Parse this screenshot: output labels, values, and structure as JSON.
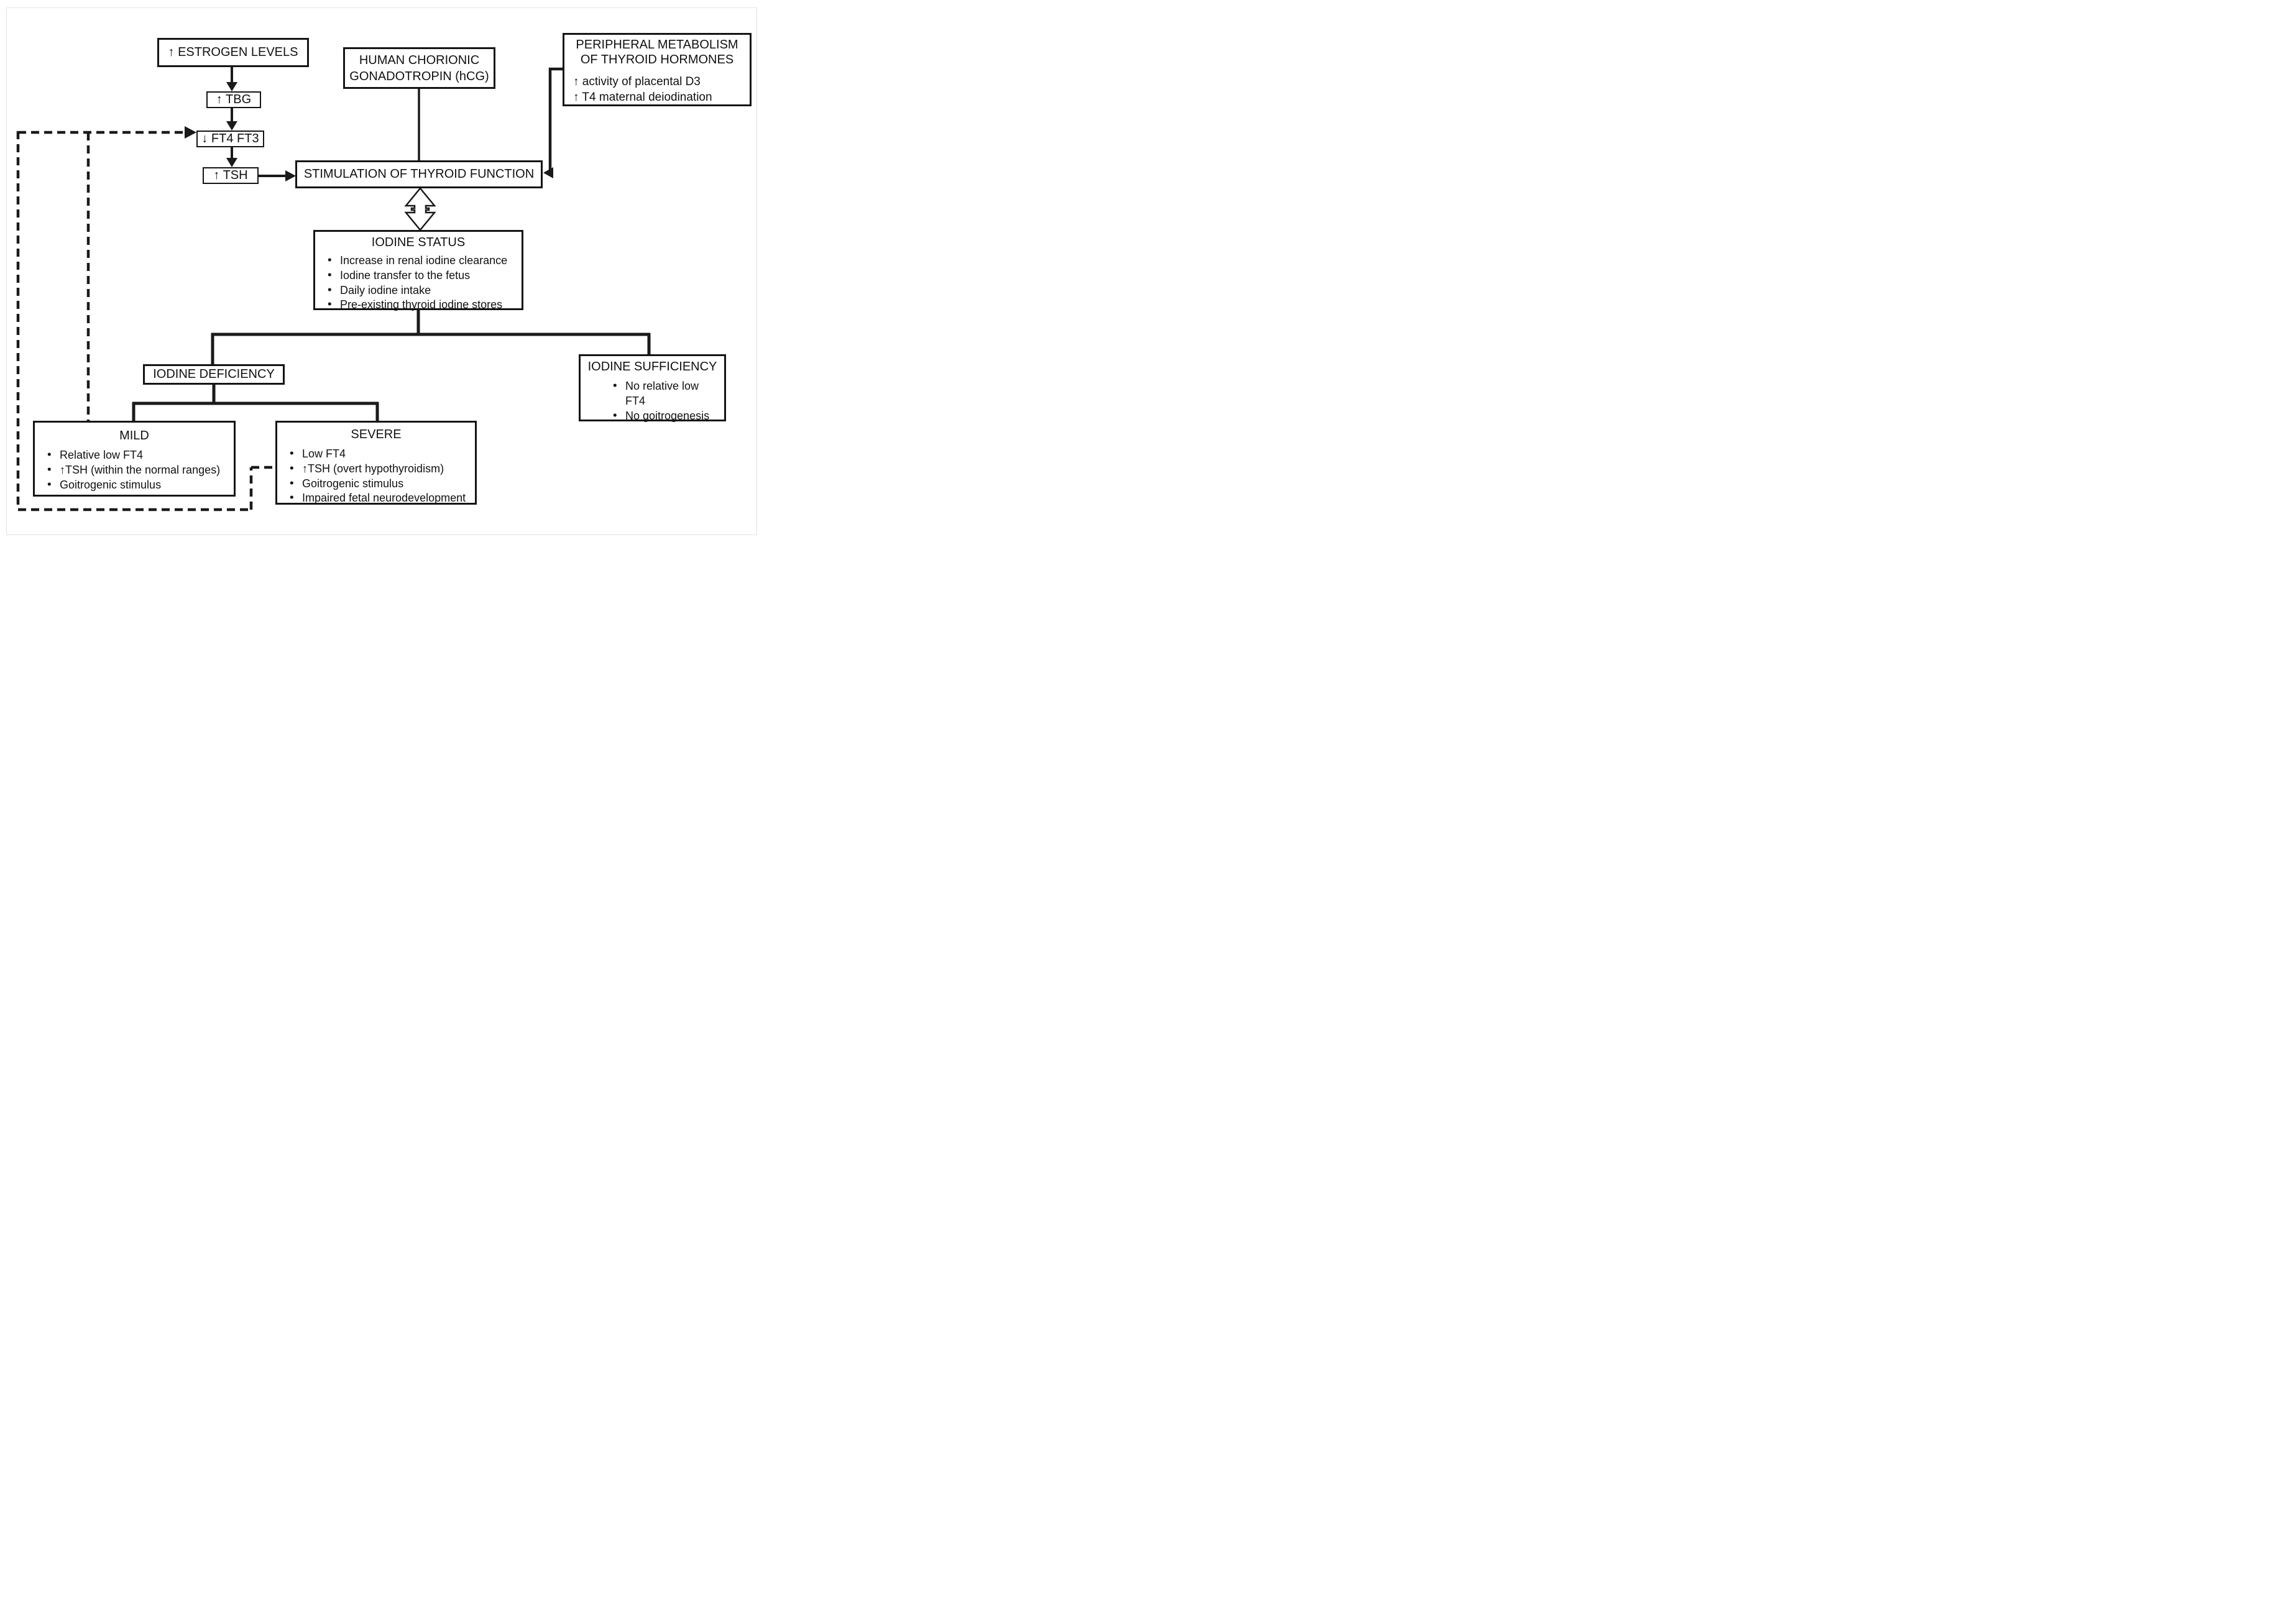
{
  "colors": {
    "ink": "#1a1a1a",
    "frame_border": "#e2e2e2",
    "background": "#ffffff"
  },
  "diagram": {
    "nodes": {
      "estrogen": {
        "label": "↑ ESTROGEN LEVELS"
      },
      "tbg": {
        "label": "↑ TBG"
      },
      "ft4ft3": {
        "label": "↓ FT4 FT3"
      },
      "tsh": {
        "label": "↑ TSH"
      },
      "stimulation": {
        "label": "STIMULATION OF THYROID FUNCTION"
      },
      "hcg": {
        "line1": "HUMAN CHORIONIC",
        "line2": "GONADOTROPIN (hCG)"
      },
      "peripheral": {
        "title_line1": "PERIPHERAL METABOLISM",
        "title_line2": "OF THYROID HORMONES",
        "items": [
          "↑  activity of placental D3",
          "↑  T4 maternal deiodination"
        ]
      },
      "iodine_status": {
        "title": "IODINE STATUS",
        "items": [
          "Increase in renal iodine clearance",
          "Iodine transfer to the fetus",
          "Daily iodine intake",
          "Pre-existing thyroid iodine stores"
        ]
      },
      "iodine_deficiency": {
        "label": "IODINE DEFICIENCY"
      },
      "iodine_sufficiency": {
        "title": "IODINE SUFFICIENCY",
        "items": [
          "No relative low FT4",
          "No goitrogenesis"
        ]
      },
      "mild": {
        "title": "MILD",
        "items": [
          "Relative low FT4",
          "↑TSH (within the normal ranges)",
          "Goitrogenic stimulus"
        ]
      },
      "severe": {
        "title": "SEVERE",
        "items": [
          "Low FT4",
          "↑TSH (overt hypothyroidism)",
          "Goitrogenic stimulus",
          "Impaired fetal neurodevelopment"
        ]
      }
    }
  }
}
